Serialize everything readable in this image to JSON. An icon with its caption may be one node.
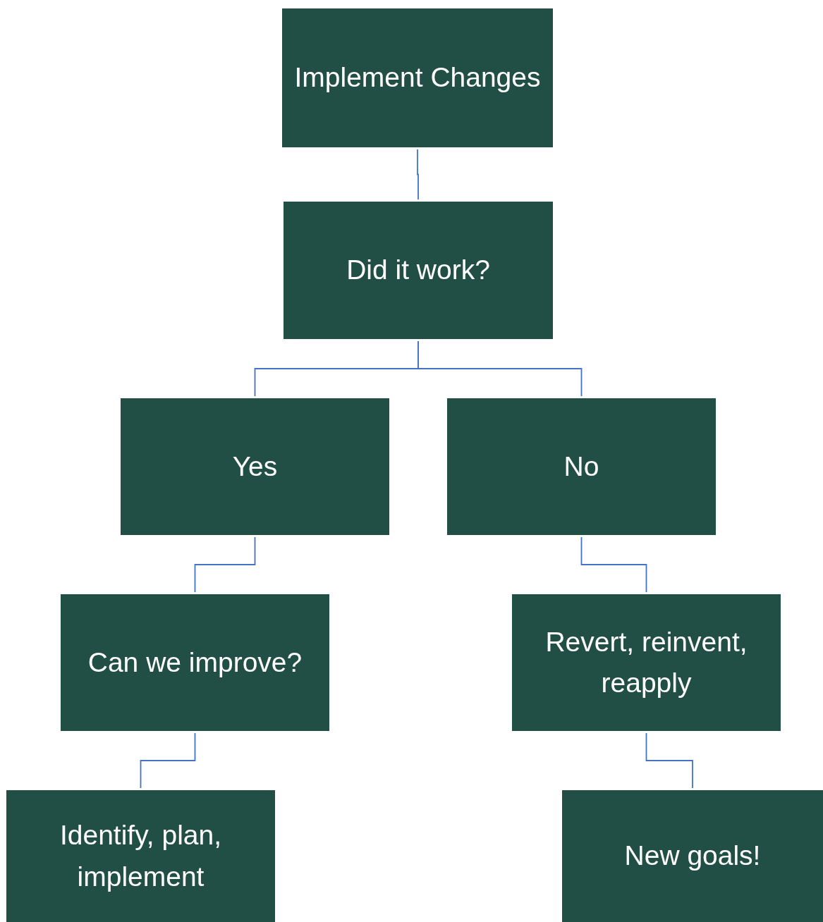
{
  "diagram": {
    "nodes": [
      {
        "text": [
          "Implement Changes"
        ]
      },
      {
        "text": [
          "Did it work?"
        ]
      },
      {
        "text": [
          "Yes"
        ]
      },
      {
        "text": [
          "No"
        ]
      },
      {
        "text": [
          "Can we improve?"
        ]
      },
      {
        "text": [
          "Revert, reinvent, reapply"
        ]
      },
      {
        "text": [
          "Identify, plan, implement"
        ]
      },
      {
        "text": [
          "New goals!"
        ]
      }
    ],
    "edges": [
      {
        "from": 0,
        "to": 1,
        "arrow": "none"
      },
      {
        "from": 1,
        "to": 2,
        "arrow": "none"
      },
      {
        "from": 1,
        "to": 3,
        "arrow": "none"
      },
      {
        "from": 2,
        "to": 4,
        "arrow": "none"
      },
      {
        "from": 3,
        "to": 5,
        "arrow": "none"
      },
      {
        "from": 4,
        "to": 6,
        "arrow": "none"
      },
      {
        "from": 5,
        "to": 7,
        "arrow": "none"
      }
    ]
  }
}
